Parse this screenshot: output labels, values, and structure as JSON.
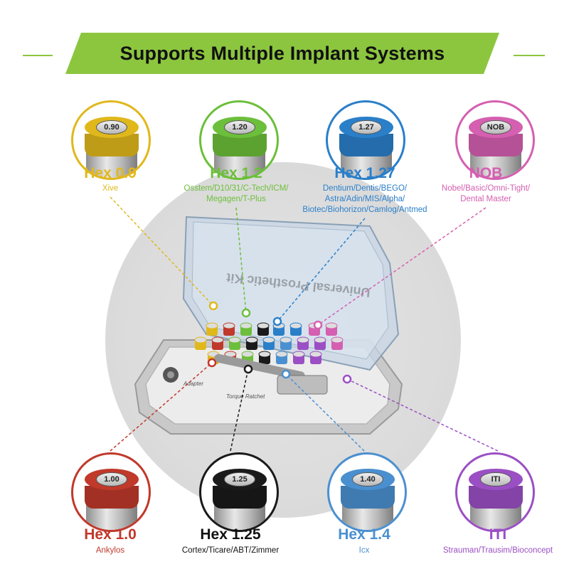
{
  "header": {
    "title": "Supports Multiple Implant Systems"
  },
  "colors": {
    "accent_green": "#8cc63f"
  },
  "product": {
    "case_label": "Universal Prosthetic Kit",
    "tray_left_label": "Adapter",
    "tray_mid_label": "Torque Ratchet"
  },
  "systems": [
    {
      "key": "hex09",
      "title": "Hex 0.9",
      "plate": "0.90",
      "color": "#e0b81c",
      "lines": [
        "Xive"
      ]
    },
    {
      "key": "hex12",
      "title": "Hex 1.2",
      "plate": "1.20",
      "color": "#6cbf3a",
      "lines": [
        "Osstem/D10/31/C-Tech/ICM/",
        "Megagen/T-Plus"
      ]
    },
    {
      "key": "hex127",
      "title": "Hex 1.27",
      "plate": "1.27",
      "color": "#2a7fc9",
      "lines": [
        "Dentium/Dentis/BEGO/",
        "Astra/Adin/MIS/Alpha/",
        "Biotec/Biohorizon/Camlog/Antmed"
      ]
    },
    {
      "key": "nob",
      "title": "NOB",
      "plate": "NOB",
      "color": "#d55fb0",
      "lines": [
        "Nobel/Basic/Omni-Tight/",
        "Dental Master"
      ]
    },
    {
      "key": "hex10",
      "title": "Hex 1.0",
      "plate": "1.00",
      "color": "#c0392b",
      "lines": [
        "Ankylos"
      ]
    },
    {
      "key": "hex125",
      "title": "Hex 1.25",
      "plate": "1.25",
      "color": "#1a1a1a",
      "lines": [
        "Cortex/Ticare/ABT/Zimmer"
      ]
    },
    {
      "key": "hex14",
      "title": "Hex 1.4",
      "plate": "1.40",
      "color": "#4a90d0",
      "lines": [
        "Icx"
      ]
    },
    {
      "key": "iti",
      "title": "ITI",
      "plate": "ITI",
      "color": "#9b4fc4",
      "lines": [
        "Strauman/Trausim/Bioconcept"
      ]
    }
  ]
}
